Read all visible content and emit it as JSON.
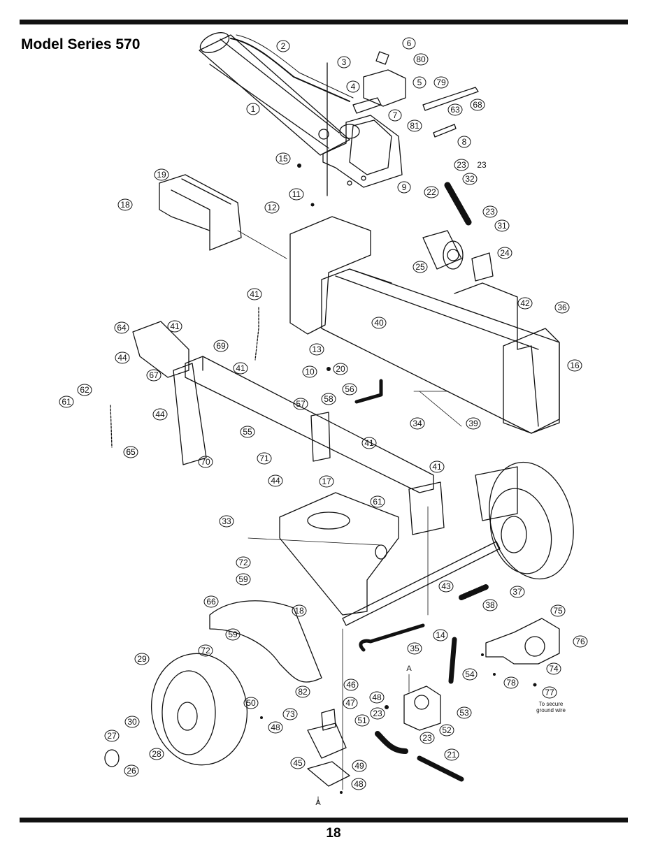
{
  "title": "Model Series 570",
  "page_number": "18",
  "note": {
    "line1": "To secure",
    "line2": "ground wire"
  },
  "view_letter": "A",
  "callouts": [
    "1",
    "2",
    "3",
    "4",
    "5",
    "6",
    "7",
    "8",
    "9",
    "10",
    "11",
    "12",
    "13",
    "14",
    "15",
    "16",
    "17",
    "18",
    "19",
    "20",
    "21",
    "22",
    "23",
    "24",
    "25",
    "26",
    "27",
    "28",
    "29",
    "30",
    "31",
    "32",
    "33",
    "34",
    "35",
    "36",
    "37",
    "38",
    "39",
    "40",
    "41",
    "42",
    "43",
    "44",
    "45",
    "46",
    "47",
    "48",
    "49",
    "50",
    "51",
    "52",
    "53",
    "54",
    "55",
    "56",
    "57",
    "58",
    "59",
    "61",
    "62",
    "63",
    "64",
    "65",
    "66",
    "67",
    "68",
    "69",
    "70",
    "71",
    "72",
    "73",
    "74",
    "75",
    "76",
    "77",
    "78",
    "79",
    "80",
    "81",
    "82"
  ]
}
